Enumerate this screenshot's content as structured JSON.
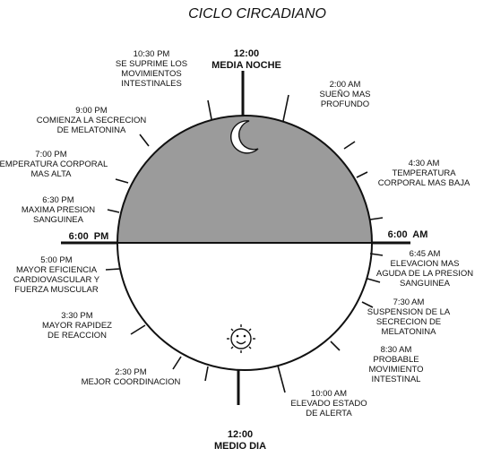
{
  "title": "CICLO CIRCADIANO",
  "colors": {
    "night_fill": "#9b9b9b",
    "day_fill": "#ffffff",
    "stroke": "#111111"
  },
  "icons": {
    "night": "crescent-moon-icon",
    "day": "smiling-sun-icon"
  },
  "cardinal": {
    "top_time": "12:00",
    "top_label": "MEDIA NOCHE",
    "bottom_time": "12:00",
    "bottom_label": "MEDIO DIA",
    "left": "6:00  PM",
    "right": "6:00  AM"
  },
  "events": [
    {
      "time": "2:00 AM",
      "lines": [
        "SUEÑO MAS",
        "PROFUNDO"
      ]
    },
    {
      "time": "4:30 AM",
      "lines": [
        "TEMPERATURA",
        "CORPORAL MAS BAJA"
      ]
    },
    {
      "time": "6:45 AM",
      "lines": [
        "ELEVACION MAS",
        "AGUDA DE LA PRESION",
        "SANGUINEA"
      ]
    },
    {
      "time": "7:30 AM",
      "lines": [
        "SUSPENSION DE LA",
        "SECRECION DE",
        "MELATONINA"
      ]
    },
    {
      "time": "8:30 AM",
      "lines": [
        "PROBABLE",
        "MOVIMIENTO",
        "INTESTINAL"
      ]
    },
    {
      "time": "10:00 AM",
      "lines": [
        "ELEVADO ESTADO",
        "DE ALERTA"
      ]
    },
    {
      "time": "2:30 PM",
      "lines": [
        "MEJOR COORDINACION"
      ]
    },
    {
      "time": "3:30 PM",
      "lines": [
        "MAYOR RAPIDEZ",
        "DE REACCION"
      ]
    },
    {
      "time": "5:00 PM",
      "lines": [
        "MAYOR EFICIENCIA",
        "CARDIOVASCULAR Y",
        "FUERZA MUSCULAR"
      ]
    },
    {
      "time": "6:30 PM",
      "lines": [
        "MAXIMA PRESION",
        "SANGUINEA"
      ]
    },
    {
      "time": "7:00 PM",
      "lines": [
        "TEMPERATURA CORPORAL",
        "MAS ALTA"
      ]
    },
    {
      "time": "9:00 PM",
      "lines": [
        "COMIENZA LA SECRECION",
        "DE MELATONINA"
      ]
    },
    {
      "time": "10:30 PM",
      "lines": [
        "SE SUPRIME LOS",
        "MOVIMIENTOS",
        "INTESTINALES"
      ]
    }
  ]
}
